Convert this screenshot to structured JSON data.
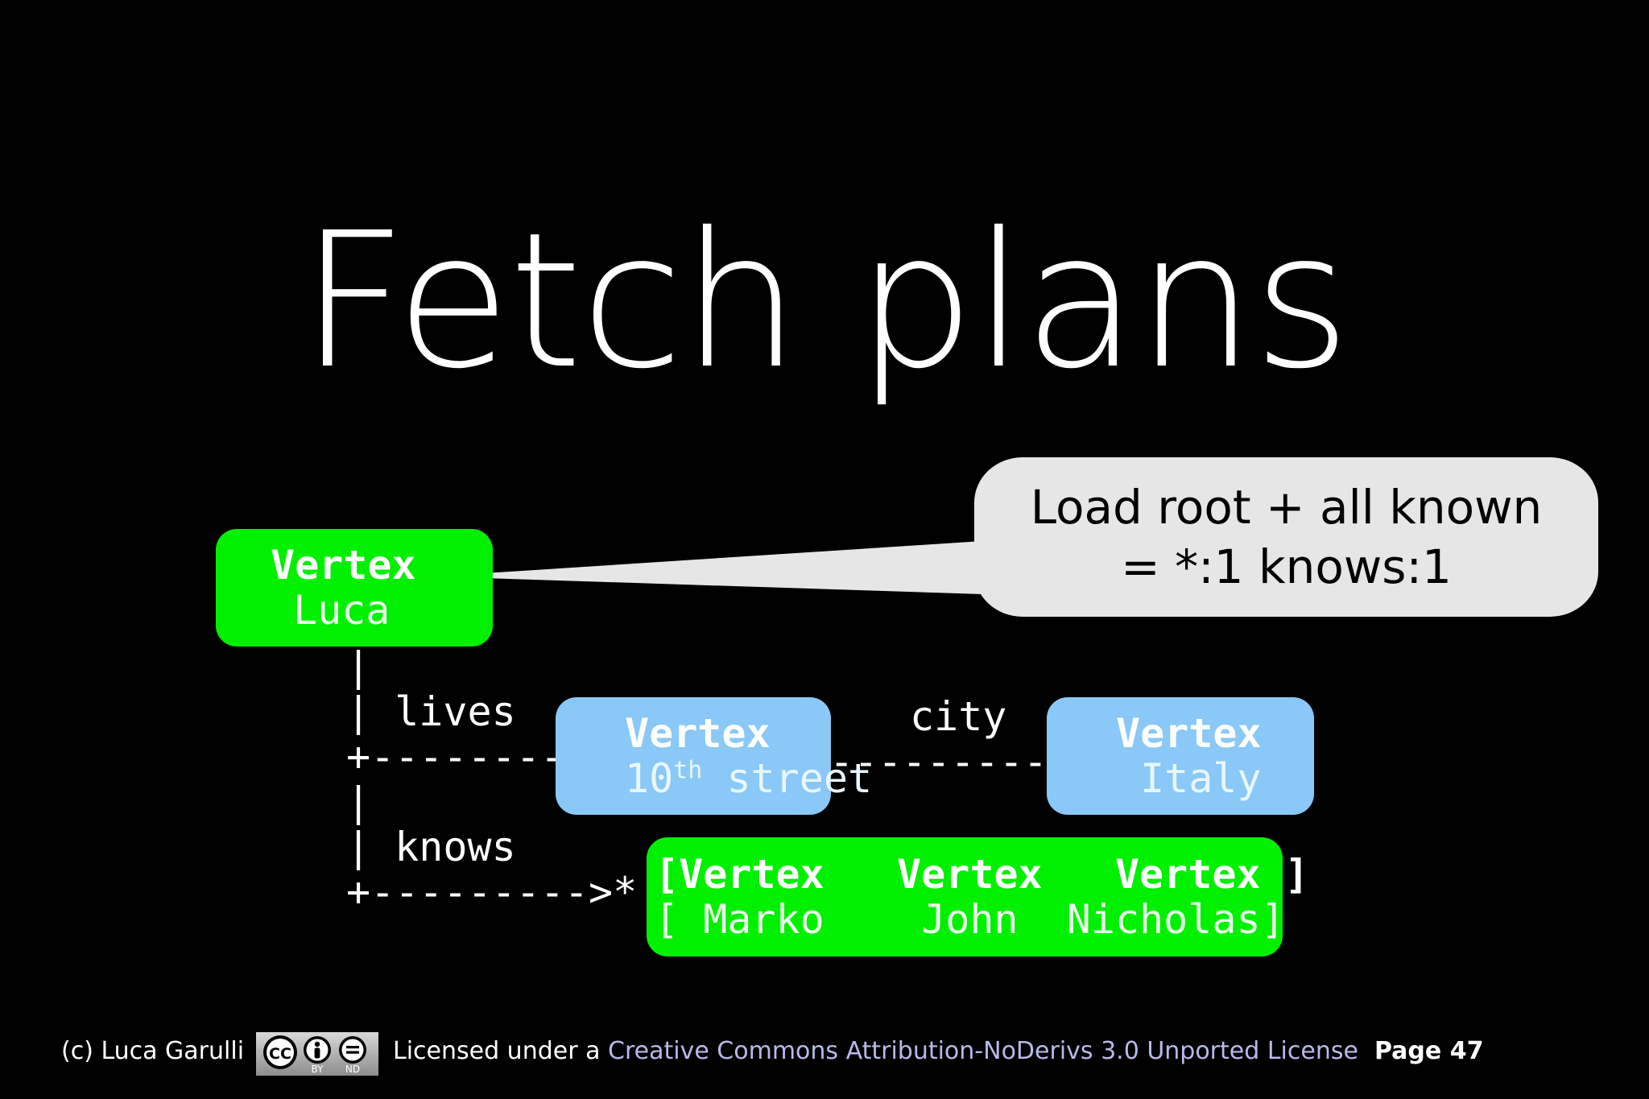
{
  "slide": {
    "title": "Fetch plans",
    "background_color": "#000000",
    "title_color": "#ffffff"
  },
  "callout": {
    "line1": "Load root + all known",
    "line2": "= *:1 knows:1",
    "background_color": "#e6e6e6",
    "text_color": "#000000"
  },
  "nodes": {
    "root": {
      "type_label": "Vertex",
      "value_label": "Luca",
      "color": "#00f000"
    },
    "lives": {
      "type_label": "Vertex",
      "value_prefix": "10",
      "value_suffix": "th",
      "value_rest": " street",
      "color": "#8ac8f7"
    },
    "city": {
      "type_label": "Vertex",
      "value_label": "Italy",
      "color": "#8ac8f7"
    },
    "knows": {
      "type_line": "[Vertex   Vertex   Vertex ]",
      "value_line": "[ Marko    John  Nicholas]",
      "color": "#00f000",
      "items": [
        {
          "type_label": "Vertex",
          "value_label": "Marko"
        },
        {
          "type_label": "Vertex",
          "value_label": "John"
        },
        {
          "type_label": "Vertex",
          "value_label": "Nicholas"
        }
      ]
    }
  },
  "ascii": {
    "tree": "|\n| lives\n+--------->\n|\n| knows\n+--------->*",
    "arrow_to_city": "------------>",
    "label_city": "city"
  },
  "edges": [
    {
      "label": "lives",
      "from": "root",
      "to": "lives"
    },
    {
      "label": "city",
      "from": "lives",
      "to": "city"
    },
    {
      "label": "knows",
      "from": "root",
      "to": "knows",
      "cardinality": "*"
    }
  ],
  "footer": {
    "copyright": "(c) Luca Garulli",
    "license_prefix": "Licensed under a ",
    "license_link": "Creative Commons Attribution-NoDerivs 3.0 Unported License",
    "page": "Page 47",
    "cc_badge": {
      "cc_text": "CC",
      "by_text": "BY",
      "nd_text": "ND"
    }
  }
}
